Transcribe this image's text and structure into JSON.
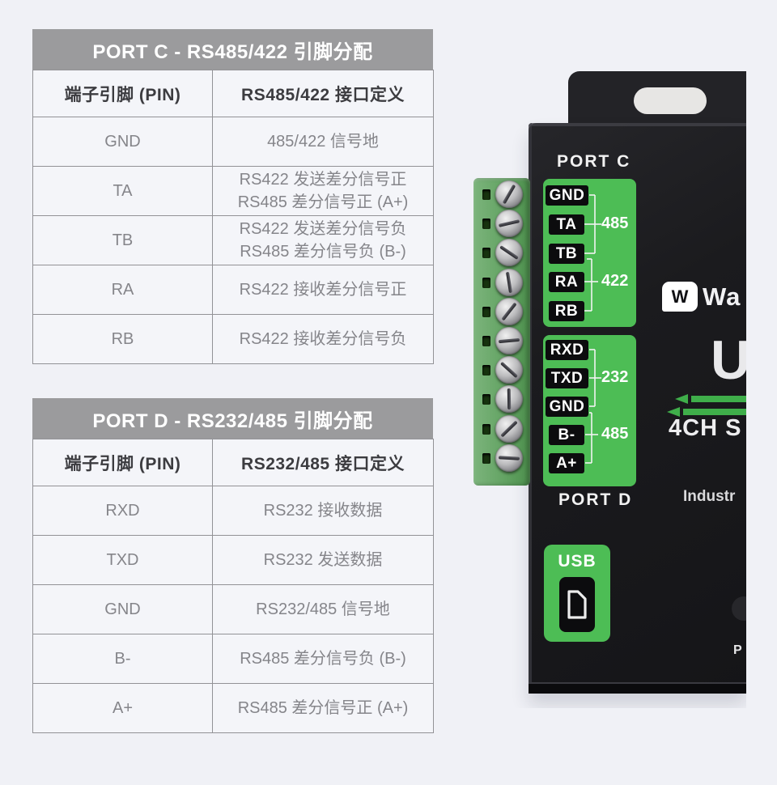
{
  "page": {
    "background": "#f0f1f6"
  },
  "tables": [
    {
      "title": "PORT C - RS485/422 引脚分配",
      "columns": [
        "端子引脚 (PIN)",
        "RS485/422 接口定义"
      ],
      "rows": [
        {
          "pin": "GND",
          "definition": [
            "485/422 信号地"
          ]
        },
        {
          "pin": "TA",
          "definition": [
            "RS422 发送差分信号正",
            "RS485 差分信号正 (A+)"
          ]
        },
        {
          "pin": "TB",
          "definition": [
            "RS422 发送差分信号负",
            "RS485 差分信号负 (B-)"
          ]
        },
        {
          "pin": "RA",
          "definition": [
            "RS422 接收差分信号正"
          ]
        },
        {
          "pin": "RB",
          "definition": [
            "RS422 接收差分信号负"
          ]
        }
      ]
    },
    {
      "title": "PORT D - RS232/485 引脚分配",
      "columns": [
        "端子引脚 (PIN)",
        "RS232/485 接口定义"
      ],
      "rows": [
        {
          "pin": "RXD",
          "definition": [
            "RS232 接收数据"
          ]
        },
        {
          "pin": "TXD",
          "definition": [
            "RS232 发送数据"
          ]
        },
        {
          "pin": "GND",
          "definition": [
            "RS232/485 信号地"
          ]
        },
        {
          "pin": "B-",
          "definition": [
            "RS485 差分信号负 (B-)"
          ]
        },
        {
          "pin": "A+",
          "definition": [
            "RS485 差分信号正 (A+)"
          ]
        }
      ]
    }
  ],
  "device": {
    "port_c": {
      "label": "PORT C",
      "pins": [
        "GND",
        "TA",
        "TB",
        "RA",
        "RB"
      ],
      "groups": [
        {
          "label": "485"
        },
        {
          "label": "422"
        }
      ]
    },
    "port_d": {
      "label": "PORT D",
      "pins": [
        "RXD",
        "TXD",
        "GND",
        "B-",
        "A+"
      ],
      "groups": [
        {
          "label": "232"
        },
        {
          "label": "485"
        }
      ]
    },
    "usb": {
      "label": "USB"
    },
    "branding": {
      "logo_partial": "Wa",
      "product_name_partial": "U",
      "product_subtitle_partial": "4CH S",
      "tagline_partial": "Industr",
      "bottom_partial": "P"
    },
    "colors": {
      "panel_green": "#4dbd55",
      "arrow_green": "#3fae4a",
      "body_black": "#1b1b1e",
      "terminal_green": "#67a967",
      "title_band_gray": "#9b9b9d"
    }
  }
}
